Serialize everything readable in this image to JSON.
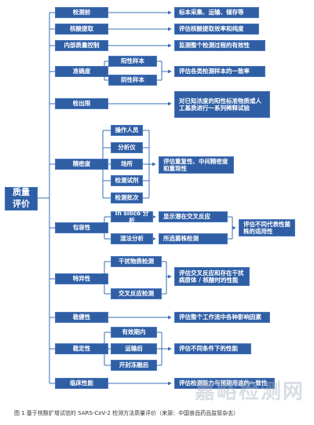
{
  "root": "质量\n评价",
  "categories": [
    {
      "label": "检测前"
    },
    {
      "label": "核酸提取"
    },
    {
      "label": "内部质量控制"
    },
    {
      "label": "准确度",
      "sub": [
        "阳性样本",
        "阴性样本"
      ]
    },
    {
      "label": "检出限"
    },
    {
      "label": "精密度",
      "sub": [
        "操作人员",
        "分析仪",
        "场所",
        "检测试剂",
        "检测批次"
      ]
    },
    {
      "label": "包容性",
      "sub": [
        "In silico 分析",
        "湿法分析"
      ]
    },
    {
      "label": "特异性",
      "sub": [
        "干扰物质检测",
        "交叉反应检测"
      ]
    },
    {
      "label": "稳健性"
    },
    {
      "label": "稳定性",
      "sub": [
        "有效期内",
        "运输后",
        "开封冻融后"
      ]
    },
    {
      "label": "临床性能"
    }
  ],
  "outcomes": {
    "pre": "标本采集、运输、储存等",
    "extraction": "评估核酸提取效率和纯度",
    "iqc": "监测整个检测过程的有效性",
    "accuracy": "评估各类检测样本的一致率",
    "lod": "对已知浓度的阳性标准物质或人工基质进行一系列稀释试验",
    "precision": "评估重复性、中间精密度和重现性",
    "insilico": "显示潜在交叉反应",
    "wet": "所选菌株检测",
    "inclusivity": "评估不同代表性菌株的适用性",
    "specificity": "评估交叉反应和存在干扰病原体 / 核酸时的性能",
    "robustness": "评估整个工作流中各种影响因素",
    "stability": "评估不同条件下的性能",
    "clinical": "评估检测能力与预期用途的一致性"
  },
  "caption": "图 1  基于核酸扩增试验的 SARS-CoV-2 检测方法质量评价（来源：中国食品药品监管杂志）",
  "watermark": "嘉峪检测网",
  "colors": {
    "box": "#2f5ea5",
    "line": "#3a6fb5",
    "text": "#ffffff"
  }
}
